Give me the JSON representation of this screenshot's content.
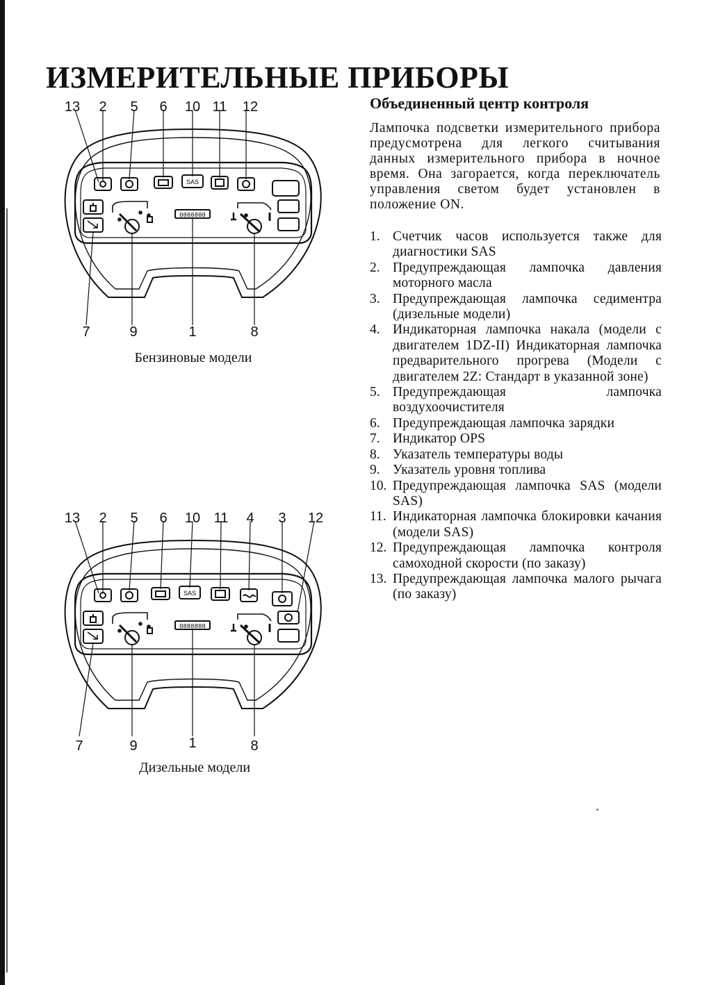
{
  "page": {
    "title": "ИЗМЕРИТЕЛЬНЫЕ ПРИБОРЫ",
    "section_title": "Объединенный центр контроля",
    "intro": "Лампочка подсветки измерительного прибора предусмотрена для легкого считывания данных измерительного прибора в ночное время. Она загорается, когда переключатель управления светом будет установлен в положение ON."
  },
  "diagram_petrol": {
    "caption": "Бензиновые модели",
    "callouts_top": [
      "13",
      "2",
      "5",
      "6",
      "10",
      "11",
      "12"
    ],
    "callouts_bottom": [
      "7",
      "9",
      "1",
      "8"
    ],
    "sas_label": "SAS",
    "odometer": "0888888"
  },
  "diagram_diesel": {
    "caption": "Дизельные модели",
    "callouts_top": [
      "13",
      "2",
      "5",
      "6",
      "10",
      "11",
      "4",
      "3",
      "12"
    ],
    "callouts_bottom": [
      "7",
      "9",
      "1",
      "8"
    ],
    "sas_label": "SAS",
    "odometer": "0888888"
  },
  "legend": [
    {
      "num": "1.",
      "text": "Счетчик часов используется также для диагностики SAS"
    },
    {
      "num": "2.",
      "text": "Предупреждающая лампочка давления моторного масла"
    },
    {
      "num": "3.",
      "text": "Предупреждающая лампочка седиментра (дизельные модели)"
    },
    {
      "num": "4.",
      "text": "Индикаторная лампочка накала (модели с двигателем 1DZ-II) Индикаторная лампочка предварительного прогрева (Модели с двигателем 2Z: Стандарт в указанной зоне)"
    },
    {
      "num": "5.",
      "text": "Предупреждающая лампочка воздухоочистителя"
    },
    {
      "num": "6.",
      "text": "Предупреждающая лампочка зарядки"
    },
    {
      "num": "7.",
      "text": "Индикатор OPS"
    },
    {
      "num": "8.",
      "text": "Указатель температуры воды"
    },
    {
      "num": "9.",
      "text": "Указатель уровня топлива"
    },
    {
      "num": "10.",
      "text": "Предупреждающая лампочка SAS (модели SAS)"
    },
    {
      "num": "11.",
      "text": "Индикаторная лампочка блокировки качания (модели SAS)"
    },
    {
      "num": "12.",
      "text": "Предупреждающая лампочка контроля самоходной скорости (по заказу)"
    },
    {
      "num": "13.",
      "text": "Предупреждающая лампочка малого рычага (по заказу)"
    }
  ]
}
